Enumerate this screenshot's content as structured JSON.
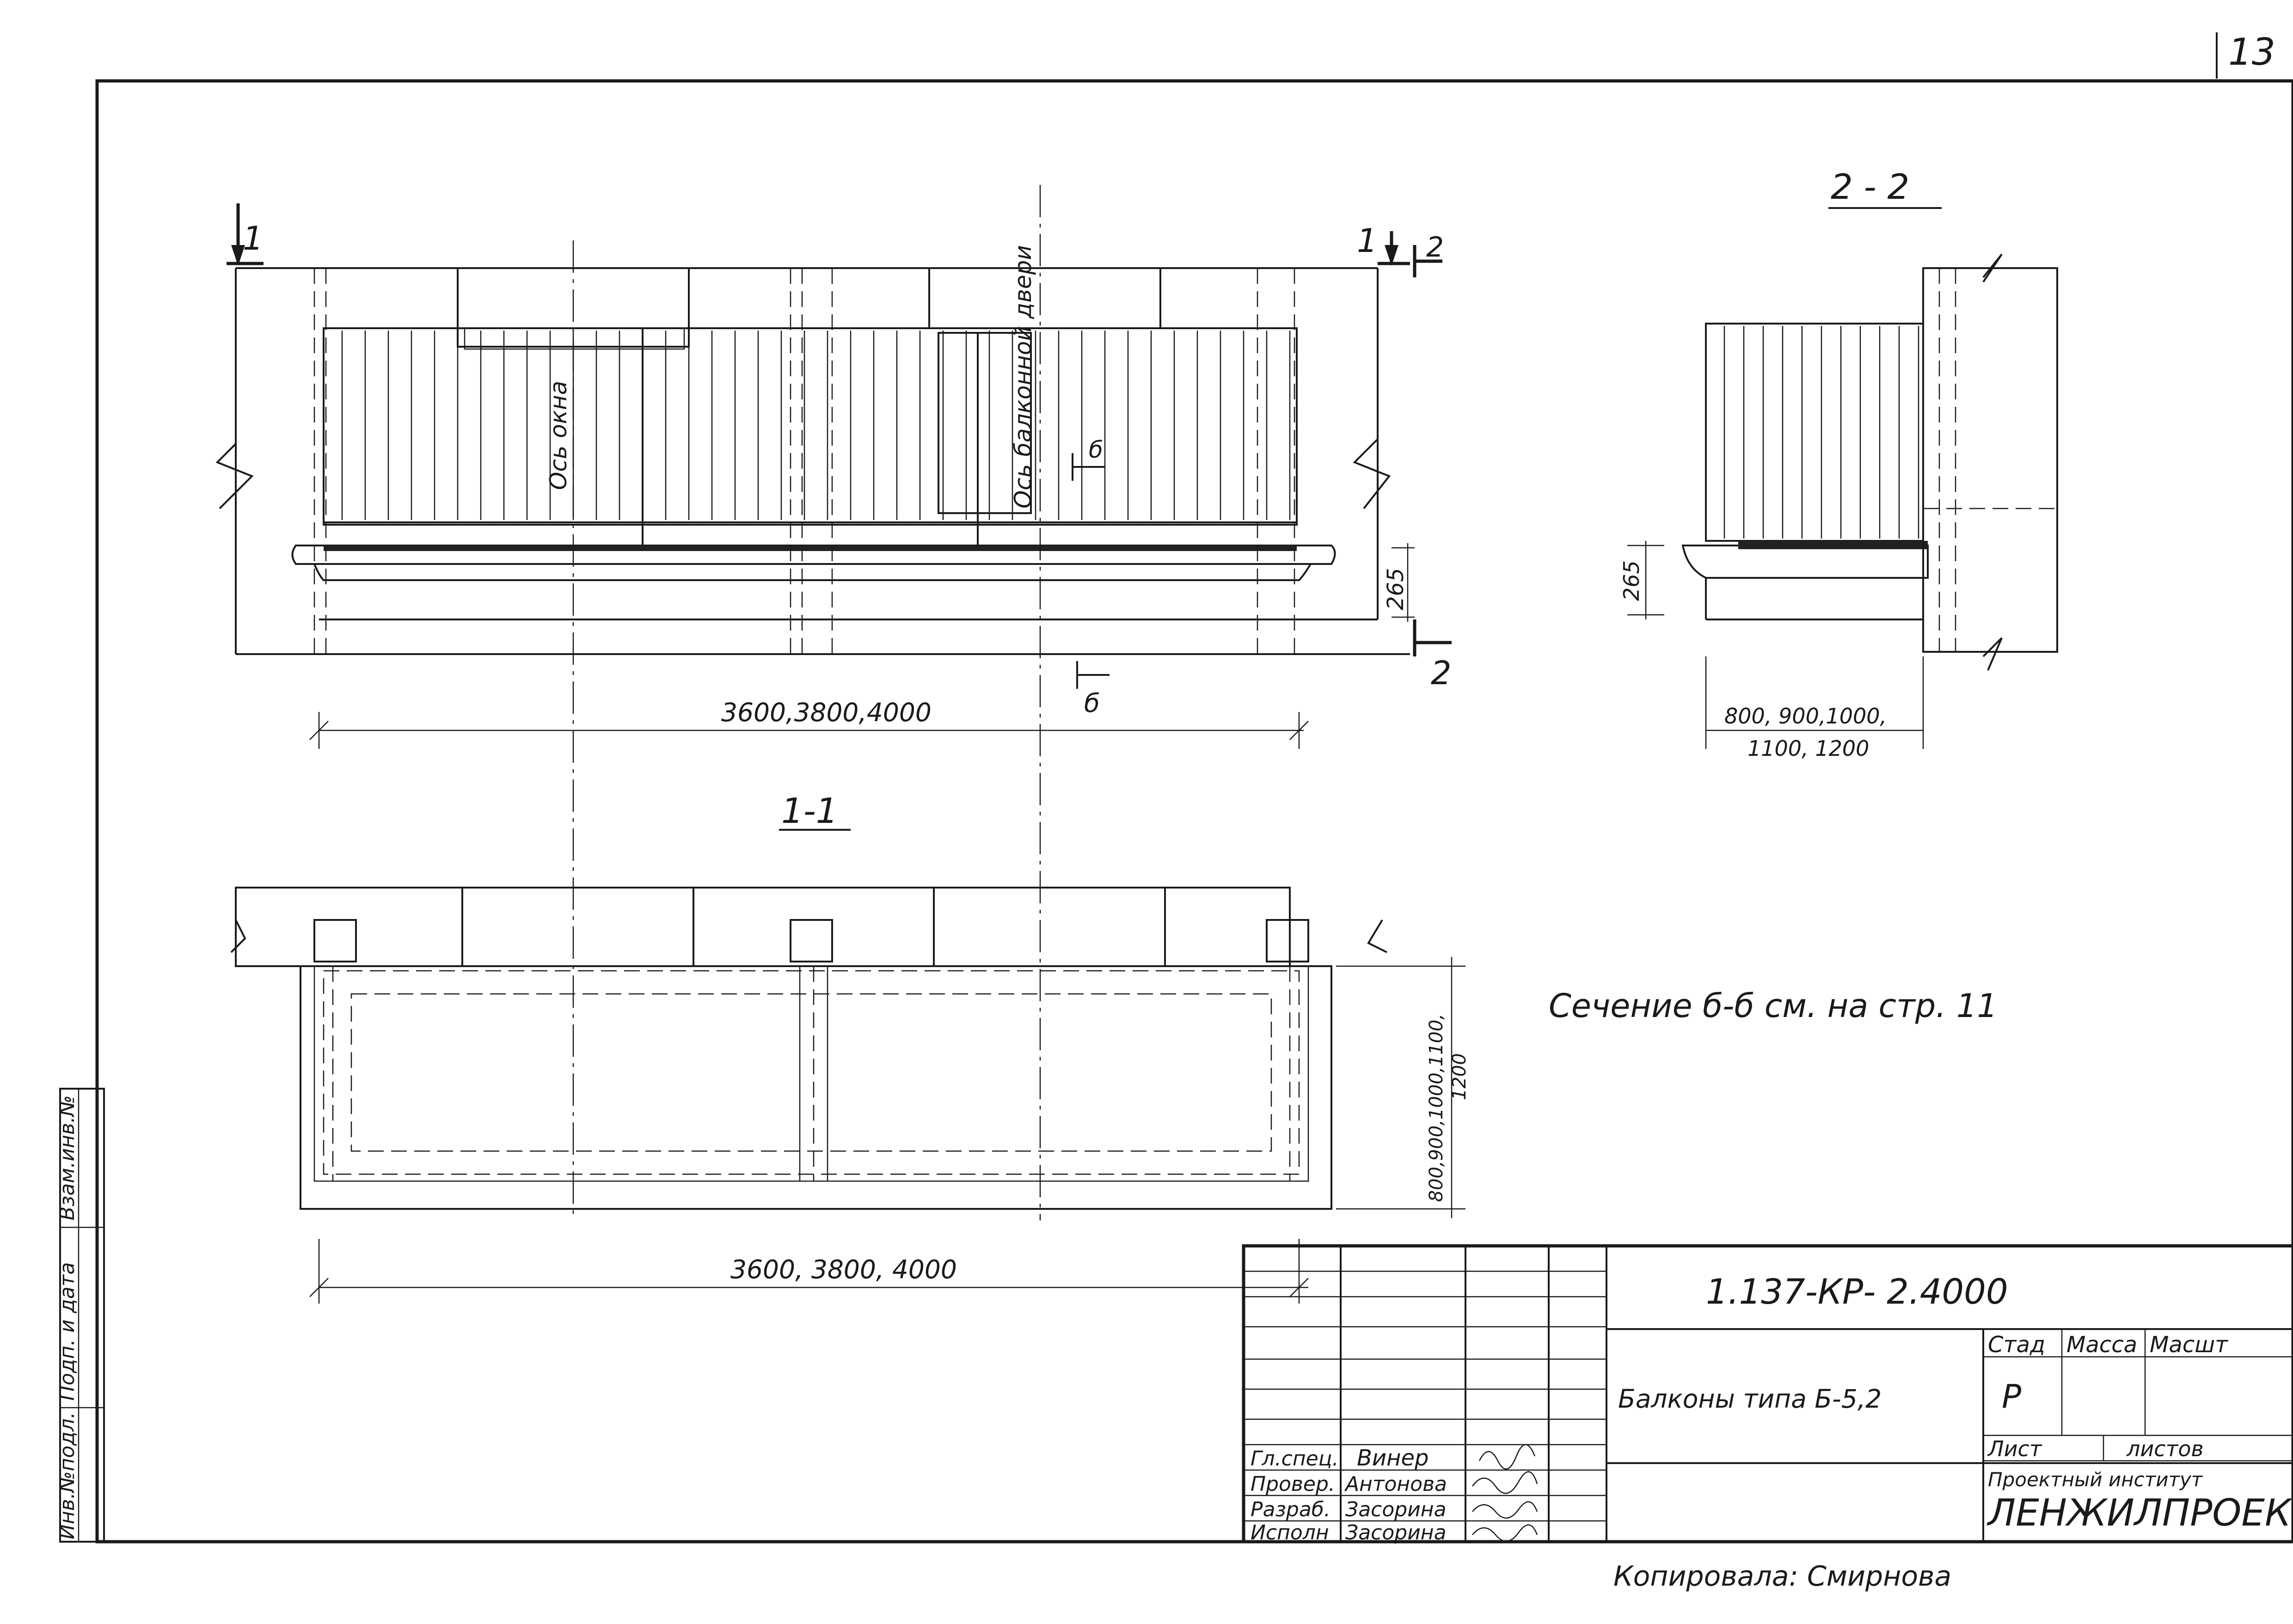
{
  "page_number": "13",
  "sections": {
    "facade_cut_left": "1",
    "facade_cut_right": "1",
    "section_2_marker_top": "2",
    "section_2_marker_bottom": "2",
    "section_b_marker_top": "б",
    "section_b_marker_bottom": "б",
    "section_1_title": "1-1",
    "section_2_title": "2 - 2"
  },
  "axes": {
    "window_axis": "Ось окна",
    "door_axis": "Ось балконной двери"
  },
  "dimensions": {
    "facade_length": "3600,3800,4000",
    "facade_height": "265",
    "side_height": "265",
    "side_depth_line1": "800, 900,1000,",
    "side_depth_line2": "1100, 1200",
    "plan_length": "3600, 3800, 4000",
    "plan_depth_line1": "800,900,1000,1100,",
    "plan_depth_line2": "1200"
  },
  "note": "Сечение б-б см. на стр. 11",
  "title_block": {
    "doc_code": "1.137-КР- 2.4000",
    "title": "Балконы типа Б-5,2",
    "stage_header": "Стад",
    "mass_header": "Масса",
    "scale_header": "Масшт",
    "stage_value": "Р",
    "sheet_label": "Лист",
    "sheets_label": "листов",
    "institute_line1": "Проектный институт",
    "institute_line2": "ЛЕНЖИЛПРОЕКТ",
    "roles": [
      "Гл.спец.",
      "Провер.",
      "Разраб.",
      "Исполн"
    ],
    "names": [
      "Винер",
      "Антонова",
      "Засорина",
      "Засорина"
    ]
  },
  "side_stamp": {
    "inv_podl": "Инв.№подл.",
    "podp_data": "Подп. и дата",
    "vzam_inv": "Взам.инв.№"
  },
  "copied_by": "Копировала: Смирнова"
}
